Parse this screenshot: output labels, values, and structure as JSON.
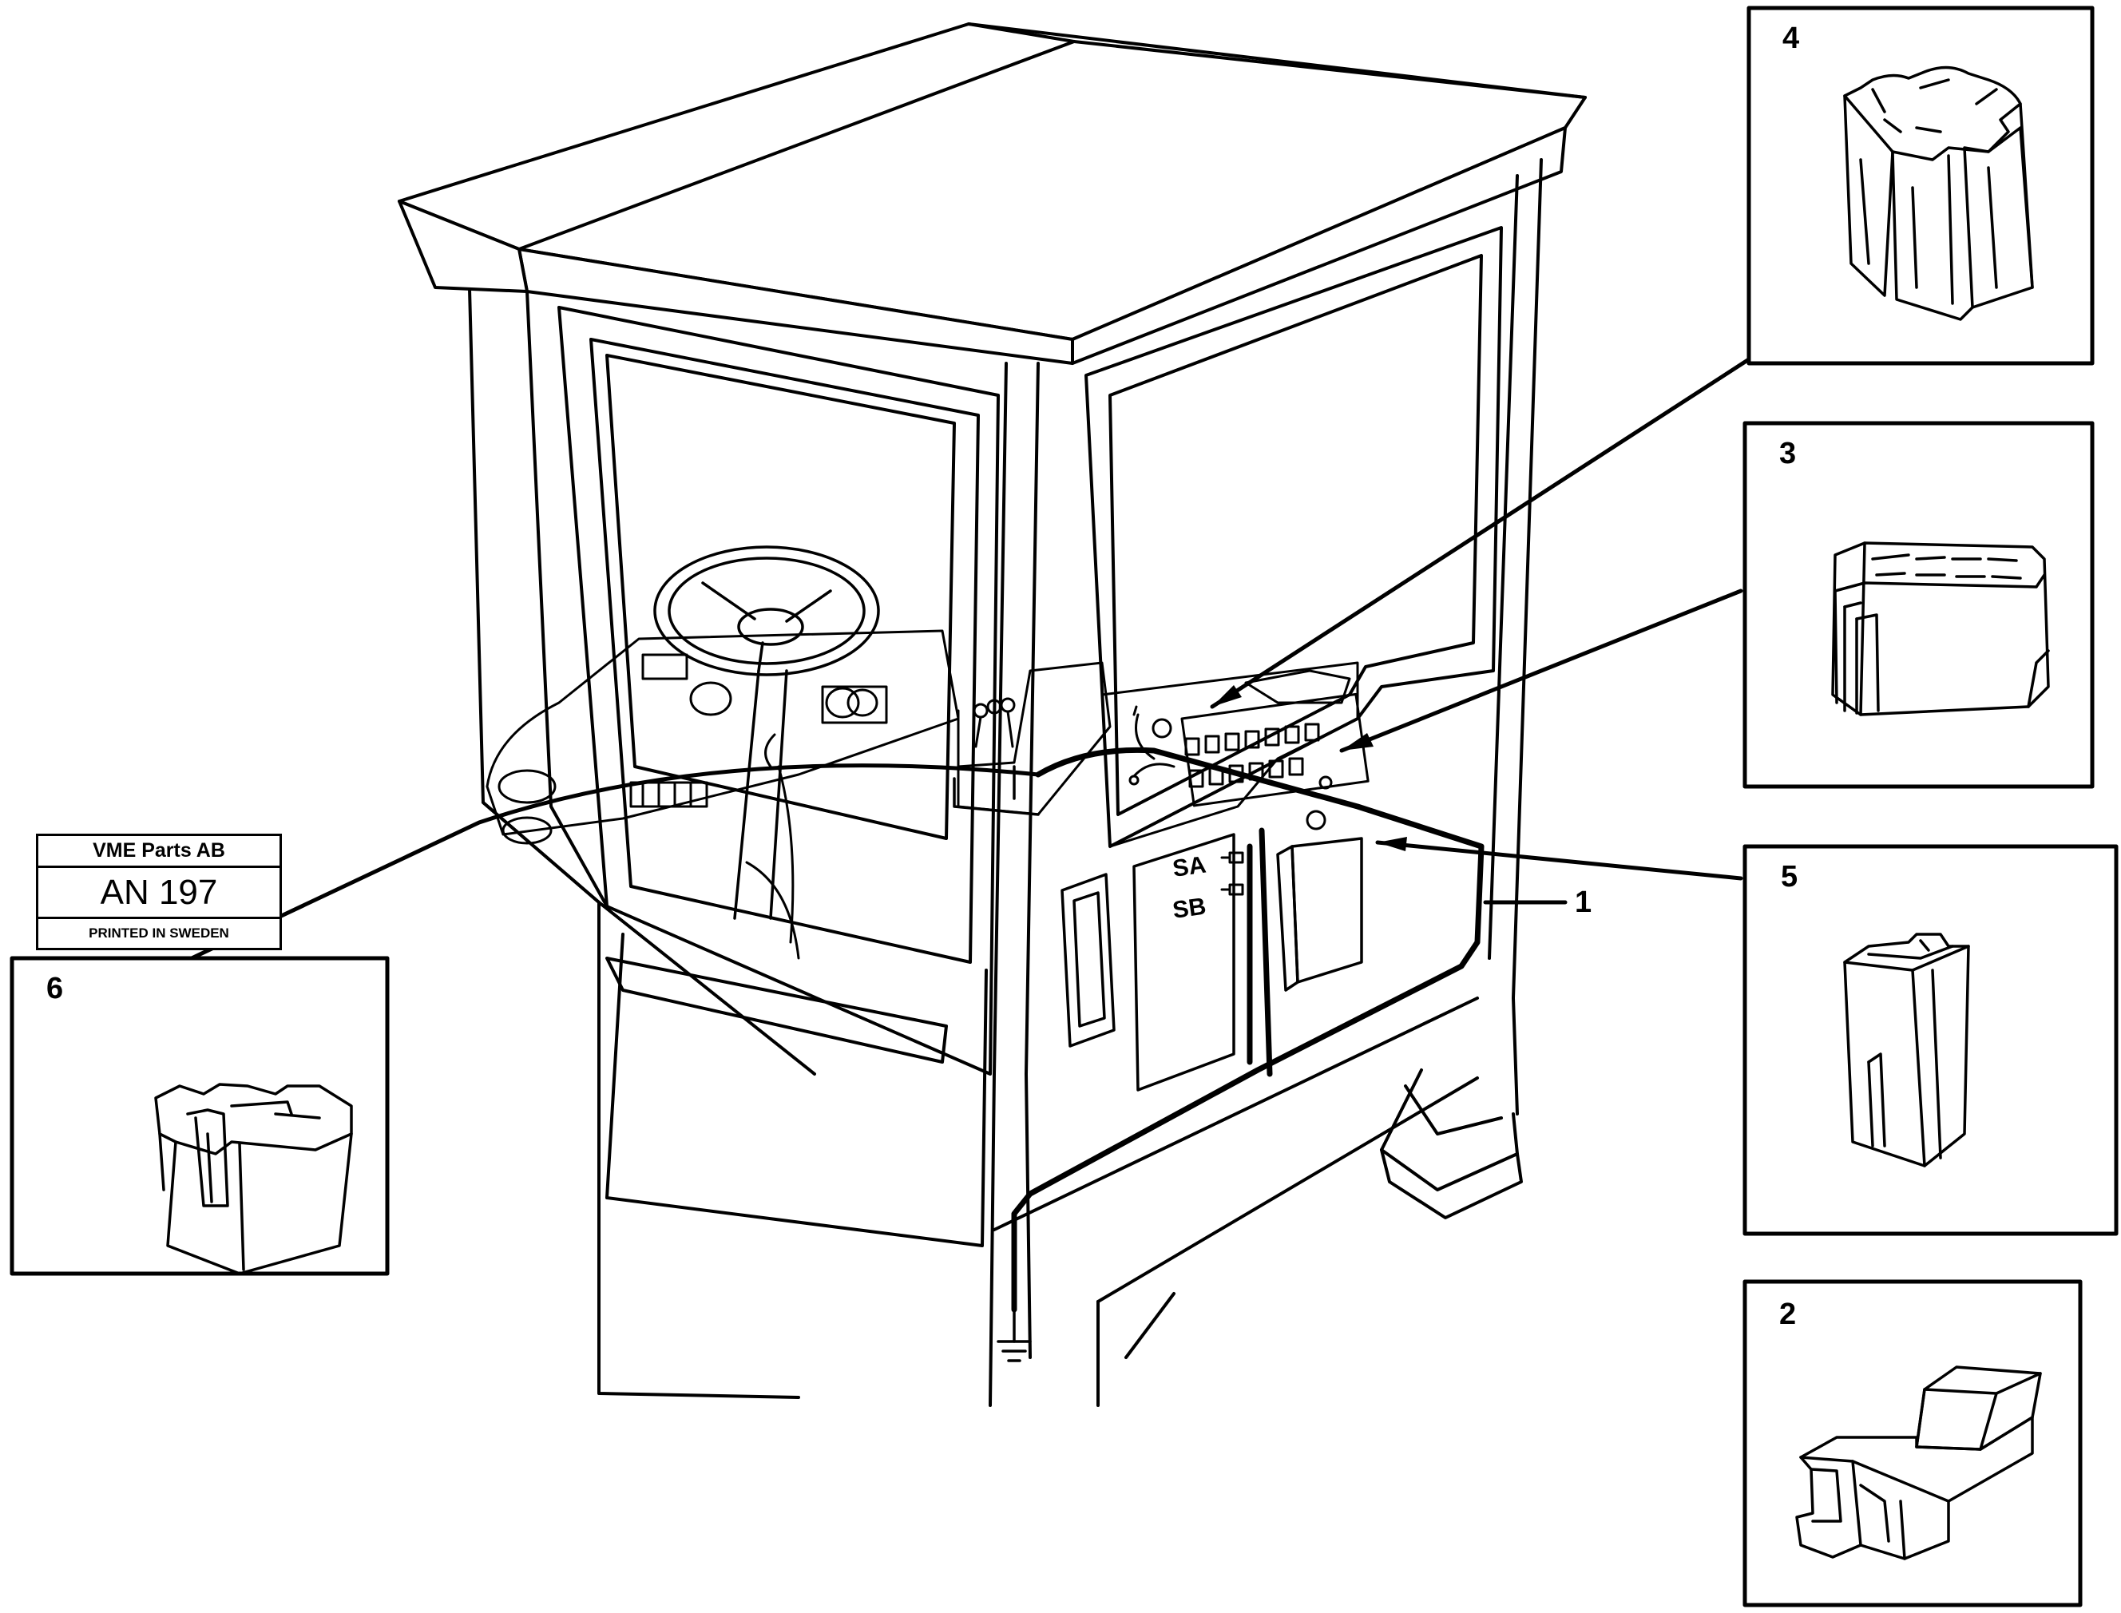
{
  "callouts": {
    "c1": "1",
    "c2": "2",
    "c3": "3",
    "c4": "4",
    "c5": "5",
    "c6": "6"
  },
  "wire_labels": {
    "sa": "SA",
    "sb": "SB"
  },
  "stamp": {
    "company": "VME Parts AB",
    "code": "AN 197",
    "printed": "PRINTED IN SWEDEN"
  }
}
